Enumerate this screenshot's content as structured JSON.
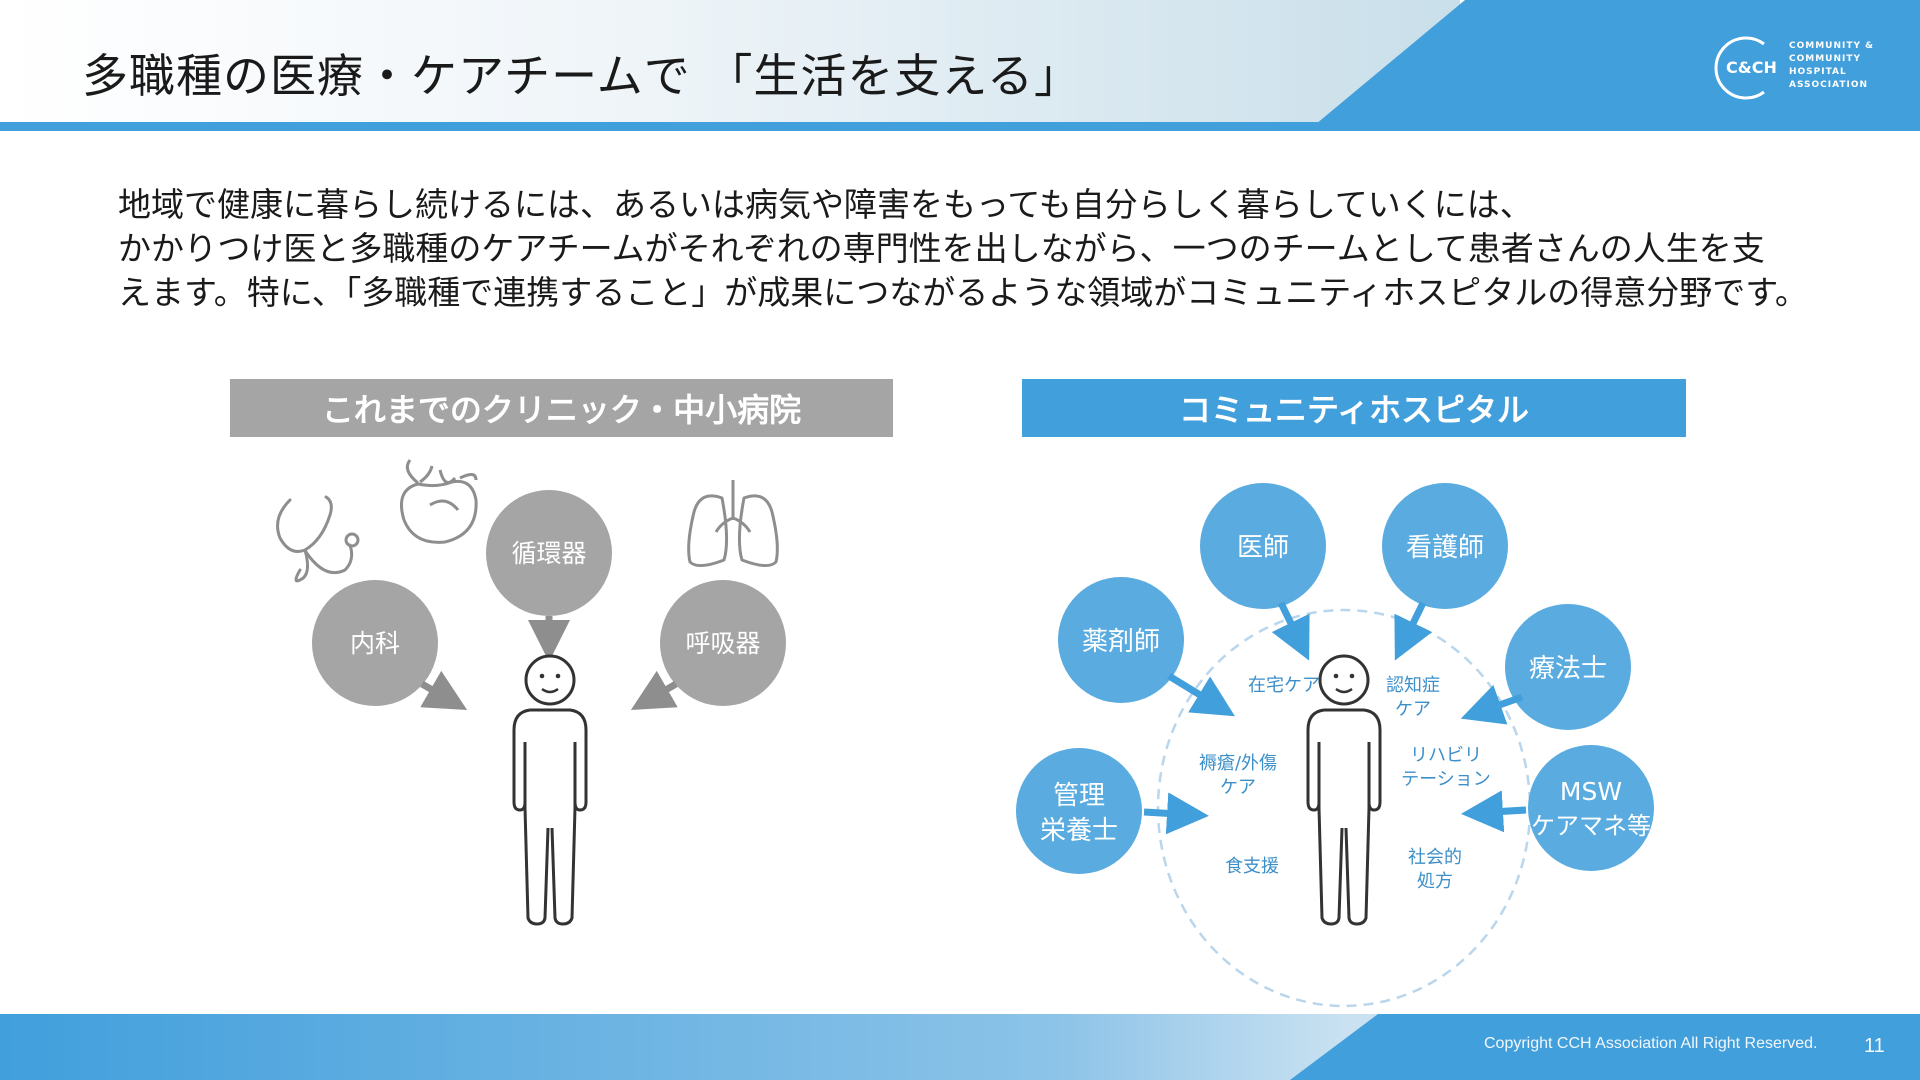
{
  "header": {
    "title": "多職種の医療・ケアチームで 「生活を支える」",
    "logo_mark": "C&CH",
    "logo_lines": [
      "COMMUNITY &",
      "COMMUNITY",
      "HOSPITAL",
      "ASSOCIATION"
    ]
  },
  "intro_lines": [
    "地域で健康に暮らし続けるには、あるいは病気や障害をもっても自分らしく暮らしていくには、",
    "かかりつけ医と多職種のケアチームがそれぞれの専門性を出しながら、一つのチームとして患者さんの人生を支",
    "えます。特に、「多職種で連携すること」が成果につながるような領域がコミュニティホスピタルの得意分野です。"
  ],
  "left_panel": {
    "heading": "これまでのクリニック・中小病院",
    "bubbles": {
      "circulatory": "循環器",
      "internal": "内科",
      "respiratory": "呼吸器"
    }
  },
  "right_panel": {
    "heading": "コミュニティホスピタル",
    "bubbles": {
      "doctor": "医師",
      "nurse": "看護師",
      "pharmacist": "薬剤師",
      "therapist": "療法士",
      "dietitian_1": "管理",
      "dietitian_2": "栄養士",
      "msw_1": "MSW",
      "msw_2": "ケアマネ等"
    },
    "care_areas": {
      "home_care": "在宅ケア",
      "dementia_1": "認知症",
      "dementia_2": "ケア",
      "wound_1": "褥瘡/外傷",
      "wound_2": "ケア",
      "rehab_1": "リハビリ",
      "rehab_2": "テーション",
      "food": "食支援",
      "social_1": "社会的",
      "social_2": "処方"
    }
  },
  "footer": {
    "copyright": "Copyright CCH Association All Right Reserved.",
    "page_number": "11"
  },
  "colors": {
    "blue": "#419fdc",
    "gray": "#a5a5a5",
    "text": "#1a1a1a",
    "dashed": "#b9d6ec"
  },
  "icons": [
    "stethoscope-icon",
    "heart-icon",
    "lungs-icon",
    "person-icon"
  ]
}
